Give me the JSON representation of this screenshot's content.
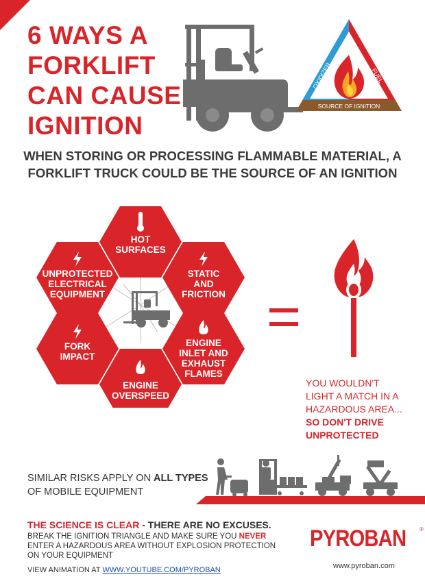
{
  "title": {
    "lines": [
      "6 WAYS A",
      "FORKLIFT",
      "CAN CAUSE",
      "IGNITION"
    ]
  },
  "triangle": {
    "left": "OXIDIZER",
    "right": "FUEL",
    "bottom": "SOURCE OF IGNITION"
  },
  "subtitle": {
    "lines": [
      "WHEN STORING OR PROCESSING FLAMMABLE MATERIAL, A",
      "FORKLIFT TRUCK COULD BE THE SOURCE OF AN IGNITION"
    ]
  },
  "hexes": [
    {
      "id": "hot-surfaces",
      "lines": [
        "HOT",
        "SURFACES"
      ],
      "icon": "thermometer-icon"
    },
    {
      "id": "static-friction",
      "lines": [
        "STATIC",
        "AND",
        "FRICTION"
      ],
      "icon": "lightning-icon"
    },
    {
      "id": "engine-inlet",
      "lines": [
        "ENGINE",
        "INLET AND",
        "EXHAUST",
        "FLAMES"
      ],
      "icon": "fire-icon"
    },
    {
      "id": "engine-overspeed",
      "lines": [
        "ENGINE",
        "OVERSPEED"
      ],
      "icon": "fire-icon"
    },
    {
      "id": "fork-impact",
      "lines": [
        "FORK",
        "IMPACT"
      ],
      "icon": "lightning-icon"
    },
    {
      "id": "unprotected-electrical",
      "lines": [
        "UNPROTECTED",
        "ELECTRICAL",
        "EQUIPMENT"
      ],
      "icon": "lightning-icon"
    }
  ],
  "match_text": {
    "lines": [
      "YOU WOULDN'T",
      "LIGHT A MATCH IN A",
      "HAZARDOUS AREA..."
    ],
    "bold_lines": [
      "SO DON'T DRIVE",
      "UNPROTECTED"
    ]
  },
  "similar": {
    "line1": "SIMILAR RISKS APPLY ON ",
    "line1_bold": "ALL TYPES",
    "line2": "OF MOBILE EQUIPMENT"
  },
  "science": {
    "red": "THE SCIENCE IS CLEAR",
    "dark": " - THERE ARE NO EXCUSES."
  },
  "body": {
    "line1_a": "BREAK THE IGNITION TRIANGLE AND MAKE SURE YOU ",
    "line1_red": "NEVER",
    "line2": "ENTER A HAZARDOUS AREA WITHOUT EXPLOSION PROTECTION",
    "line3": "ON YOUR EQUIPMENT"
  },
  "footer": {
    "prefix": "VIEW ANIMATION AT ",
    "link": "WWW.YOUTUBE.COM/PYROBAN"
  },
  "logo": {
    "text": "PYROBAN",
    "reg": "®"
  },
  "website": "www.pyroban.com",
  "colors": {
    "red": "#d9252a",
    "gray": "#6d6d6d",
    "blue": "#2e9bd6",
    "brown": "#8a5a2b"
  }
}
